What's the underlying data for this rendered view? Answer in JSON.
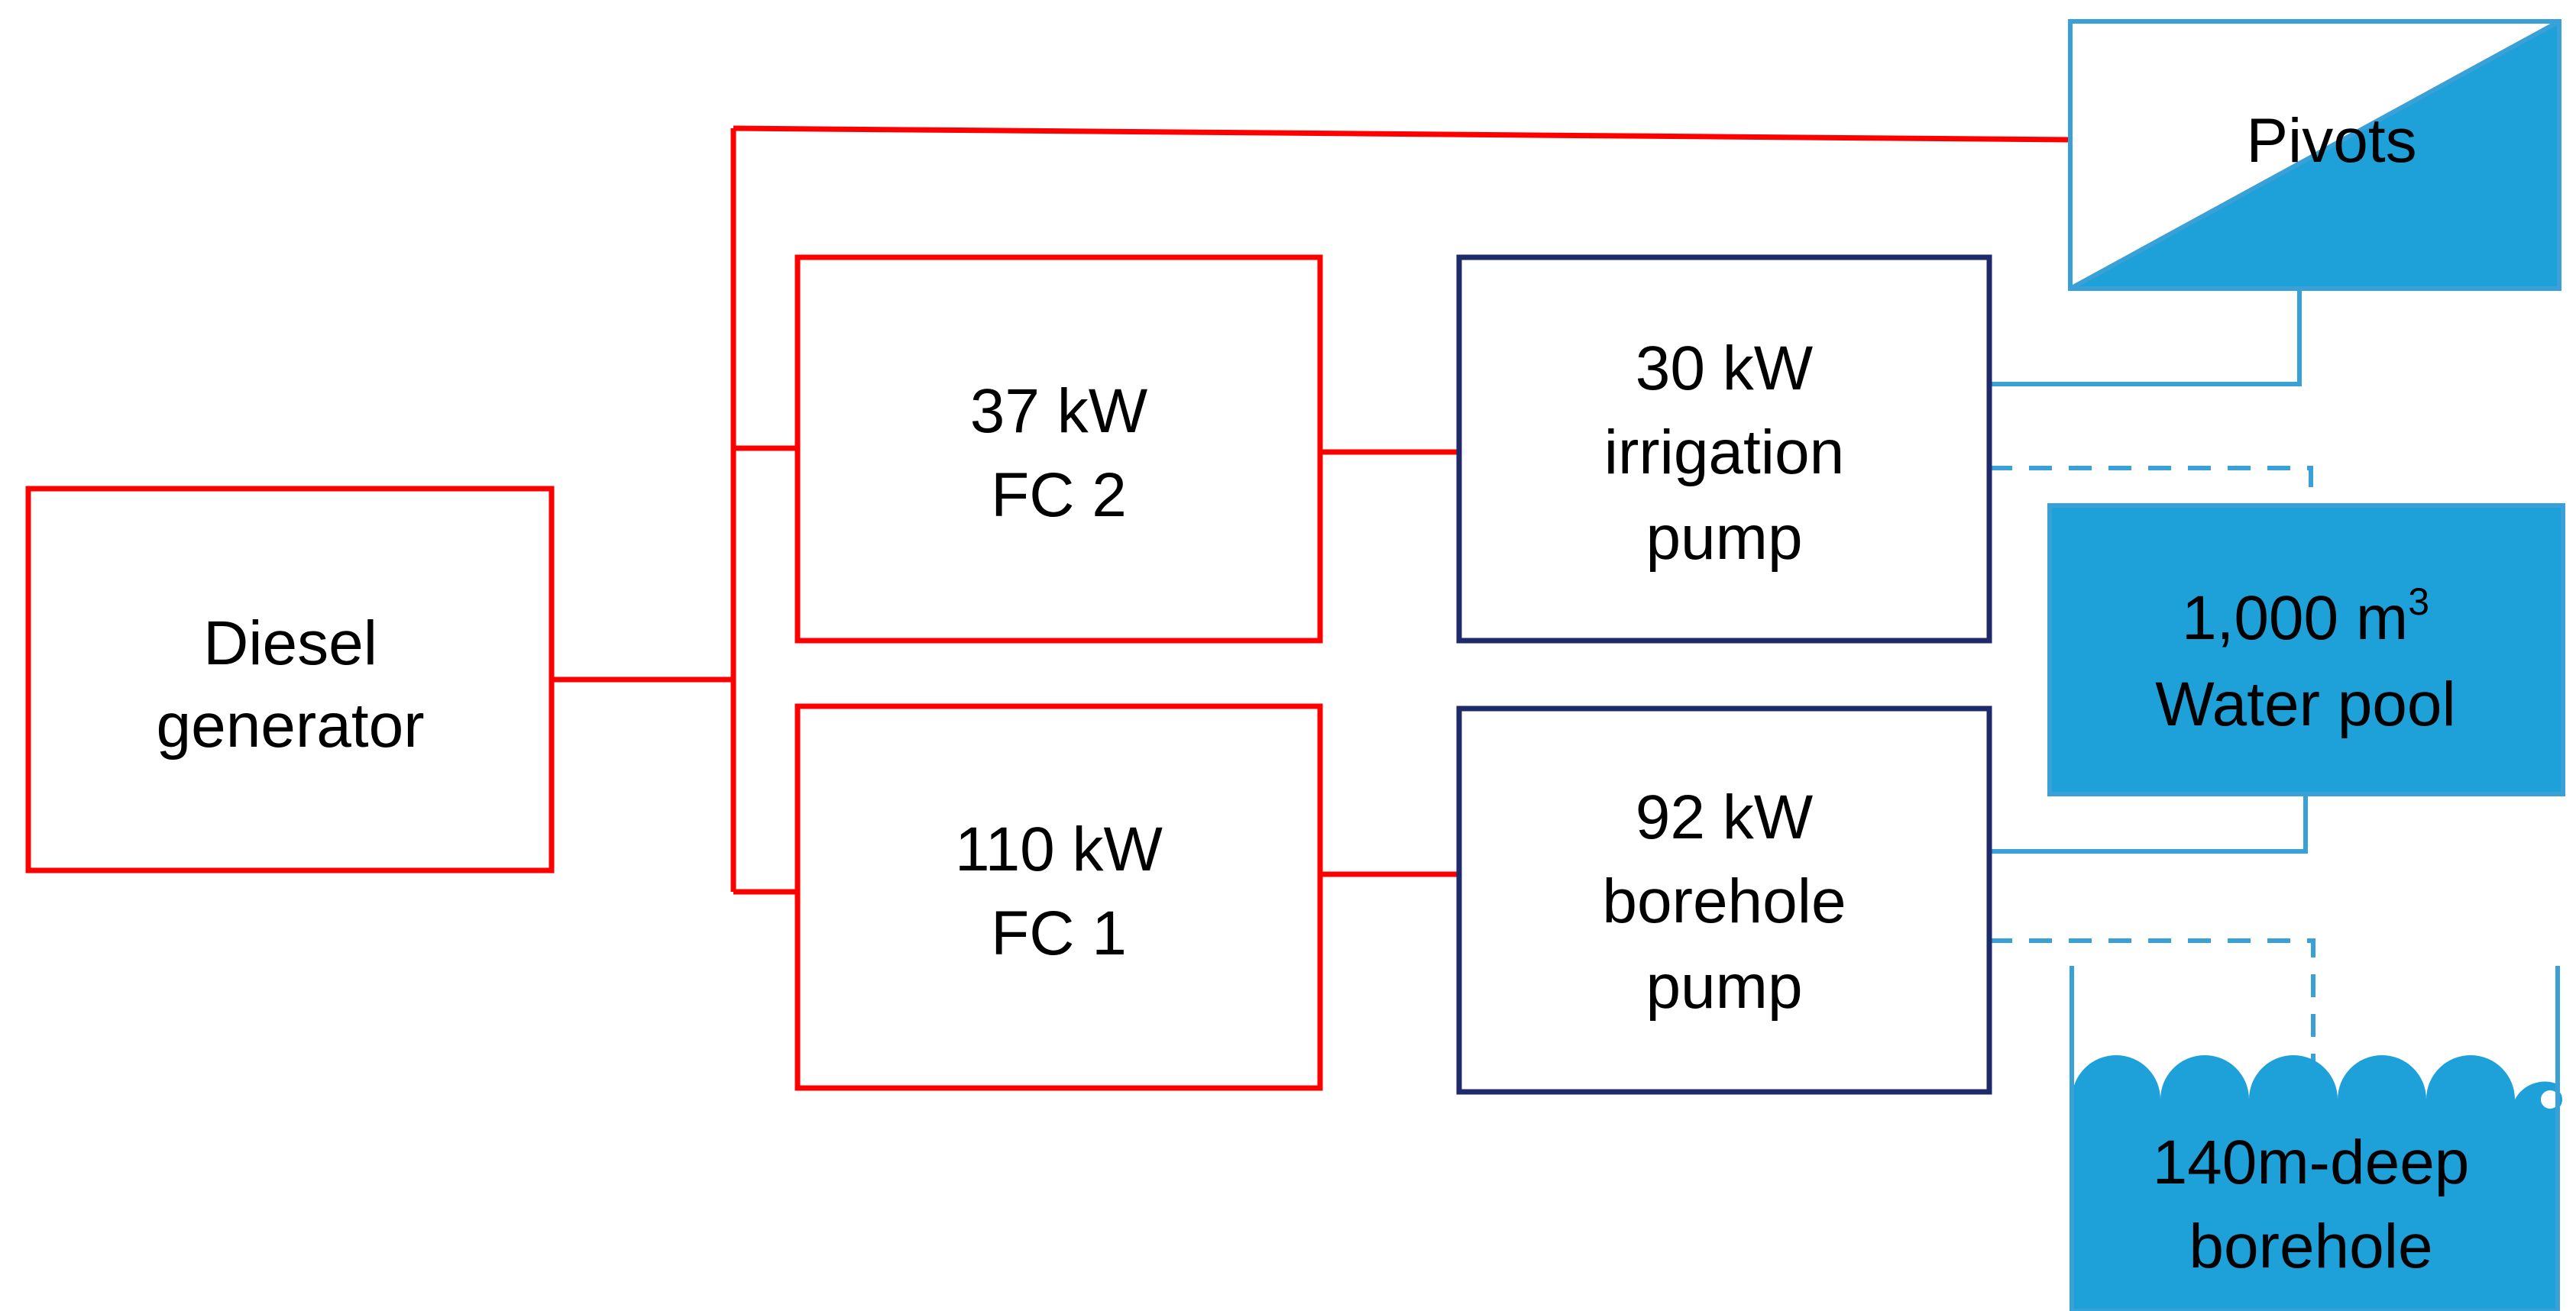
{
  "nodes": {
    "diesel_generator": {
      "line1": "Diesel",
      "line2": "generator"
    },
    "fc2": {
      "line1": "37 kW",
      "line2": "FC 2"
    },
    "fc1": {
      "line1": "110 kW",
      "line2": "FC 1"
    },
    "irrigation_pump": {
      "line1": "30 kW",
      "line2": "irrigation",
      "line3": "pump"
    },
    "borehole_pump": {
      "line1": "92 kW",
      "line2": "borehole",
      "line3": "pump"
    },
    "pivots": {
      "label": "Pivots"
    },
    "water_pool": {
      "volume": "1,000 m",
      "volume_exp": "3",
      "line2": "Water pool"
    },
    "borehole": {
      "line1": "140m-deep",
      "line2": "borehole"
    }
  },
  "colors": {
    "power_line": "#ff0000",
    "pump_border": "#1f2a6b",
    "water": "#1ea0d8"
  }
}
